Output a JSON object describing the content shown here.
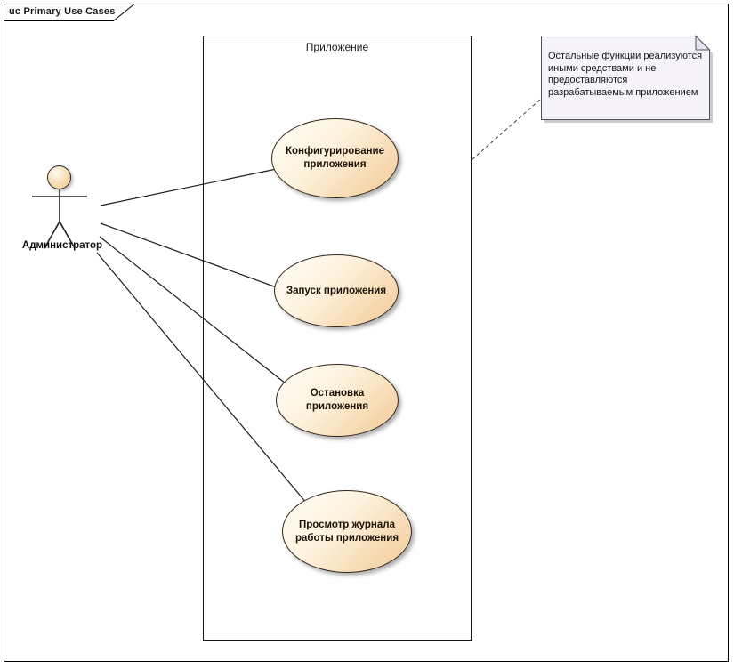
{
  "frame": {
    "label": "uc Primary Use Cases"
  },
  "system_boundary": {
    "label": "Приложение"
  },
  "actor": {
    "label": "Администратор"
  },
  "use_cases": [
    {
      "name": "Конфигурирование приложения",
      "lines": [
        "Конфигурирование",
        "приложения"
      ]
    },
    {
      "name": "Запуск приложения",
      "lines": [
        "Запуск приложения"
      ]
    },
    {
      "name": "Остановка приложения",
      "lines": [
        "Остановка",
        "приложения"
      ]
    },
    {
      "name": "Просмотр журнала работы приложения",
      "lines": [
        "Просмотр журнала",
        "работы приложения"
      ]
    }
  ],
  "note": {
    "text": "Остальные функции реализуются иными средствами и не предоставляются разрабатываемым приложением",
    "lines": [
      "Остальные функции реализуются",
      "иными средствами и не",
      "предоставляются",
      "разрабатываемым приложением"
    ]
  },
  "connections": [
    {
      "from": "Администратор",
      "to": "Конфигурирование приложения",
      "type": "association"
    },
    {
      "from": "Администратор",
      "to": "Запуск приложения",
      "type": "association"
    },
    {
      "from": "Администратор",
      "to": "Остановка приложения",
      "type": "association"
    },
    {
      "from": "Администратор",
      "to": "Просмотр журнала работы приложения",
      "type": "association"
    },
    {
      "from": "note",
      "to": "Приложение",
      "type": "note-anchor-dashed"
    }
  ],
  "colors": {
    "usecase_fill_light": "#fffef8",
    "usecase_fill_dark": "#f2c993",
    "usecase_stroke": "#33261a",
    "note_fill": "#f7f3fb",
    "note_fold": "#e9e4f1",
    "note_stroke": "#50505c",
    "line": "#1c1c1c",
    "shadow": "#9a9a9a",
    "background": "#ffffff"
  }
}
